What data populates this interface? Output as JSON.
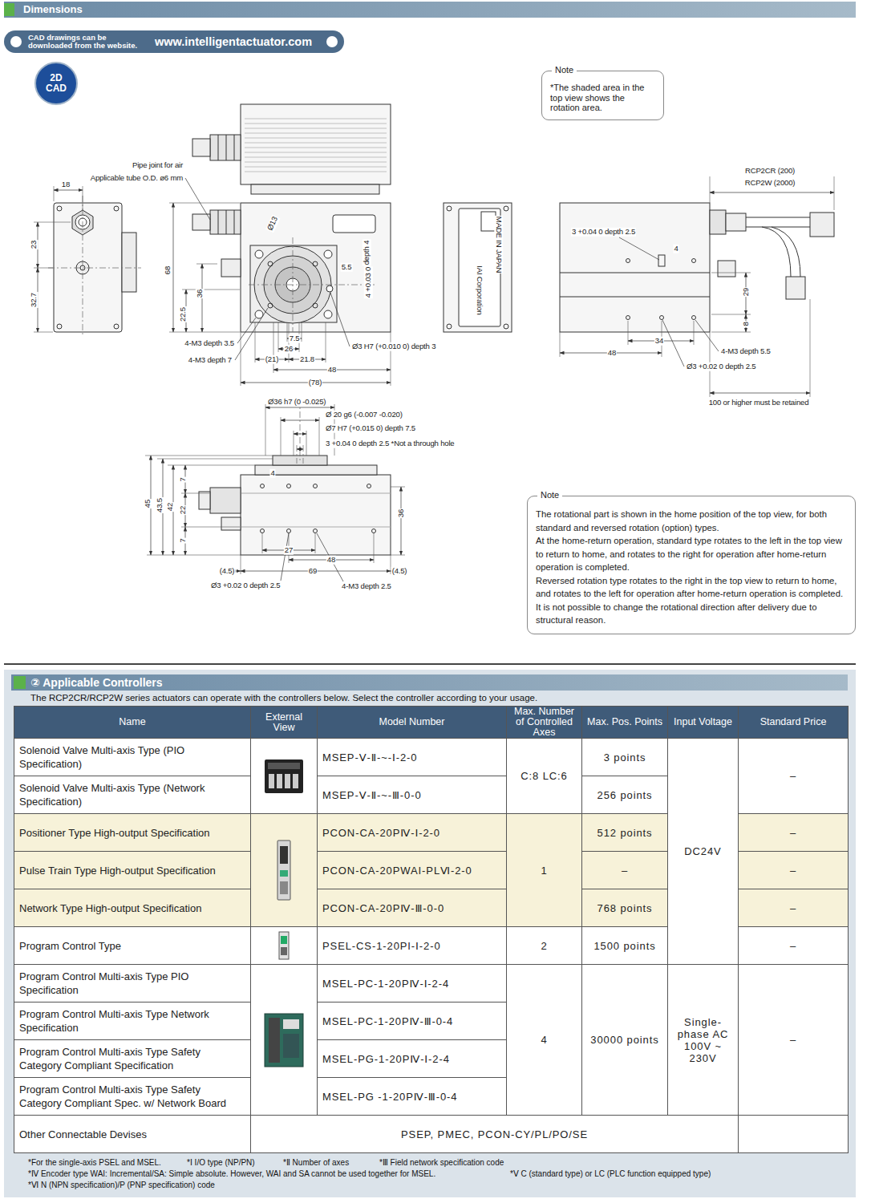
{
  "diagram": {
    "title": "Dimensions",
    "nodes": [
      {
        "text": [
          "CAD drawings can be downloaded from the website.",
          "www.intelligentactuator.com"
        ]
      },
      {
        "text": [
          "2D CAD"
        ]
      },
      {
        "text": [
          "Note",
          "*The shaded area in the top view shows the rotation area."
        ]
      },
      {
        "text": [
          "Note",
          "The rotational part is shown in the home position of the top view, for both standard and reversed rotation (option) types.",
          "At the home-return operation, standard type rotates to the left in the top view to return to home, and rotates to the right for operation after home-return operation is completed.",
          "Reversed rotation type rotates to the right in the top view to return to home, and rotates to the left for operation after home-return operation is completed.",
          "It is not possible to change the rotational direction after delivery due to structural reason."
        ]
      }
    ],
    "labels": [
      "18",
      "23",
      "32.7",
      "Pipe joint for air",
      "Applicable tube O.D. ø6 mm",
      "68",
      "Ø13",
      "36",
      "22.5",
      "5.5",
      "depth 4",
      "4 +0.03 0",
      "4-M3 depth 3.5",
      "4-M3 depth 7",
      "7.5",
      "26",
      "(21)",
      "21.8",
      "Ø3 H7 (+0.010 0) depth 3",
      "48",
      "(78)",
      "MADE IN JAPAN",
      "IAI Corporation",
      "RCP2CR (200)",
      "RCP2W (2000)",
      "3 +0.04 0 depth 2.5",
      "4",
      "29",
      "8",
      "48",
      "34",
      "4-M3 depth 5.5",
      "Ø3 +0.02 0 depth 2.5",
      "100 or higher must be retained",
      "Ø36 h7 (0 -0.025)",
      "Ø 20 g6 (-0.007 -0.020)",
      "Ø7 H7 (+0.015 0) depth 7.5",
      "3 +0.04 0 depth 2.5 *Not a through hole",
      "4",
      "45",
      "43.5",
      "42",
      "7",
      "22",
      "7",
      "36",
      "27",
      "48",
      "69",
      "(4.5)",
      "(4.5)",
      "Ø3 +0.02 0 depth 2.5",
      "4-M3 depth 2.5",
      "② Applicable Controllers",
      "The RCP2CR/RCP2W series actuators can operate with the controllers below. Select the controller according to your usage.",
      "Name",
      "External View",
      "Model Number",
      "Max. Number of Controlled Axes",
      "Max. Pos. Points",
      "Input Voltage",
      "Standard Price",
      "Solenoid Valve Multi-axis Type (PIO Specification)",
      "MSEP-Ⅴ-Ⅱ-~-Ⅰ-2-0",
      "C:8 LC:6",
      "3 points",
      "DC24V",
      "–",
      "Solenoid Valve Multi-axis Type (Network Specification)",
      "MSEP-Ⅴ-Ⅱ-~-Ⅲ-0-0",
      "256 points",
      "Positioner Type High-output Specification",
      "PCON-CA-20PⅣ-Ⅰ-2-0",
      "1",
      "512 points",
      "–",
      "Pulse Train Type High-output Specification",
      "PCON-CA-20PWAI-PLⅥ-2-0",
      "–",
      "–",
      "Network Type High-output Specification",
      "PCON-CA-20PⅣ-Ⅲ-0-0",
      "768 points",
      "–",
      "Program Control Type",
      "PSEL-CS-1-20PI-Ⅰ-2-0",
      "2",
      "1500 points",
      "–",
      "Program Control Multi-axis Type PIO Specification",
      "MSEL-PC-1-20PⅣ-Ⅰ-2-4",
      "4",
      "30000 points",
      "Single-phase AC 100V ~ 230V",
      "–",
      "Program Control Multi-axis Type Network Specification",
      "MSEL-PC-1-20PⅣ-Ⅲ-0-4",
      "Program Control Multi-axis Type Safety Category Compliant Specification",
      "MSEL-PG-1-20PⅣ-Ⅰ-2-4",
      "Program Control Multi-axis Type Safety Category Compliant Spec. w/ Network Board",
      "MSEL-PG -1-20PⅣ-Ⅲ-0-4",
      "Other Connectable Devises",
      "PSEP, PMEC, PCON-CY/PL/PO/SE",
      "*For the single-axis PSEL and MSEL.",
      "*Ⅰ I/O type (NP/PN)",
      "*Ⅱ Number of axes",
      "*Ⅲ Field network specification code",
      "*Ⅳ Encoder type WAI: Incremental/SA: Simple absolute. However, WAI and SA cannot be used together for MSEL.",
      "*Ⅴ C (standard type) or LC (PLC function equipped type)",
      "*Ⅵ N (NPN specification)/P (PNP specification) code"
    ]
  }
}
